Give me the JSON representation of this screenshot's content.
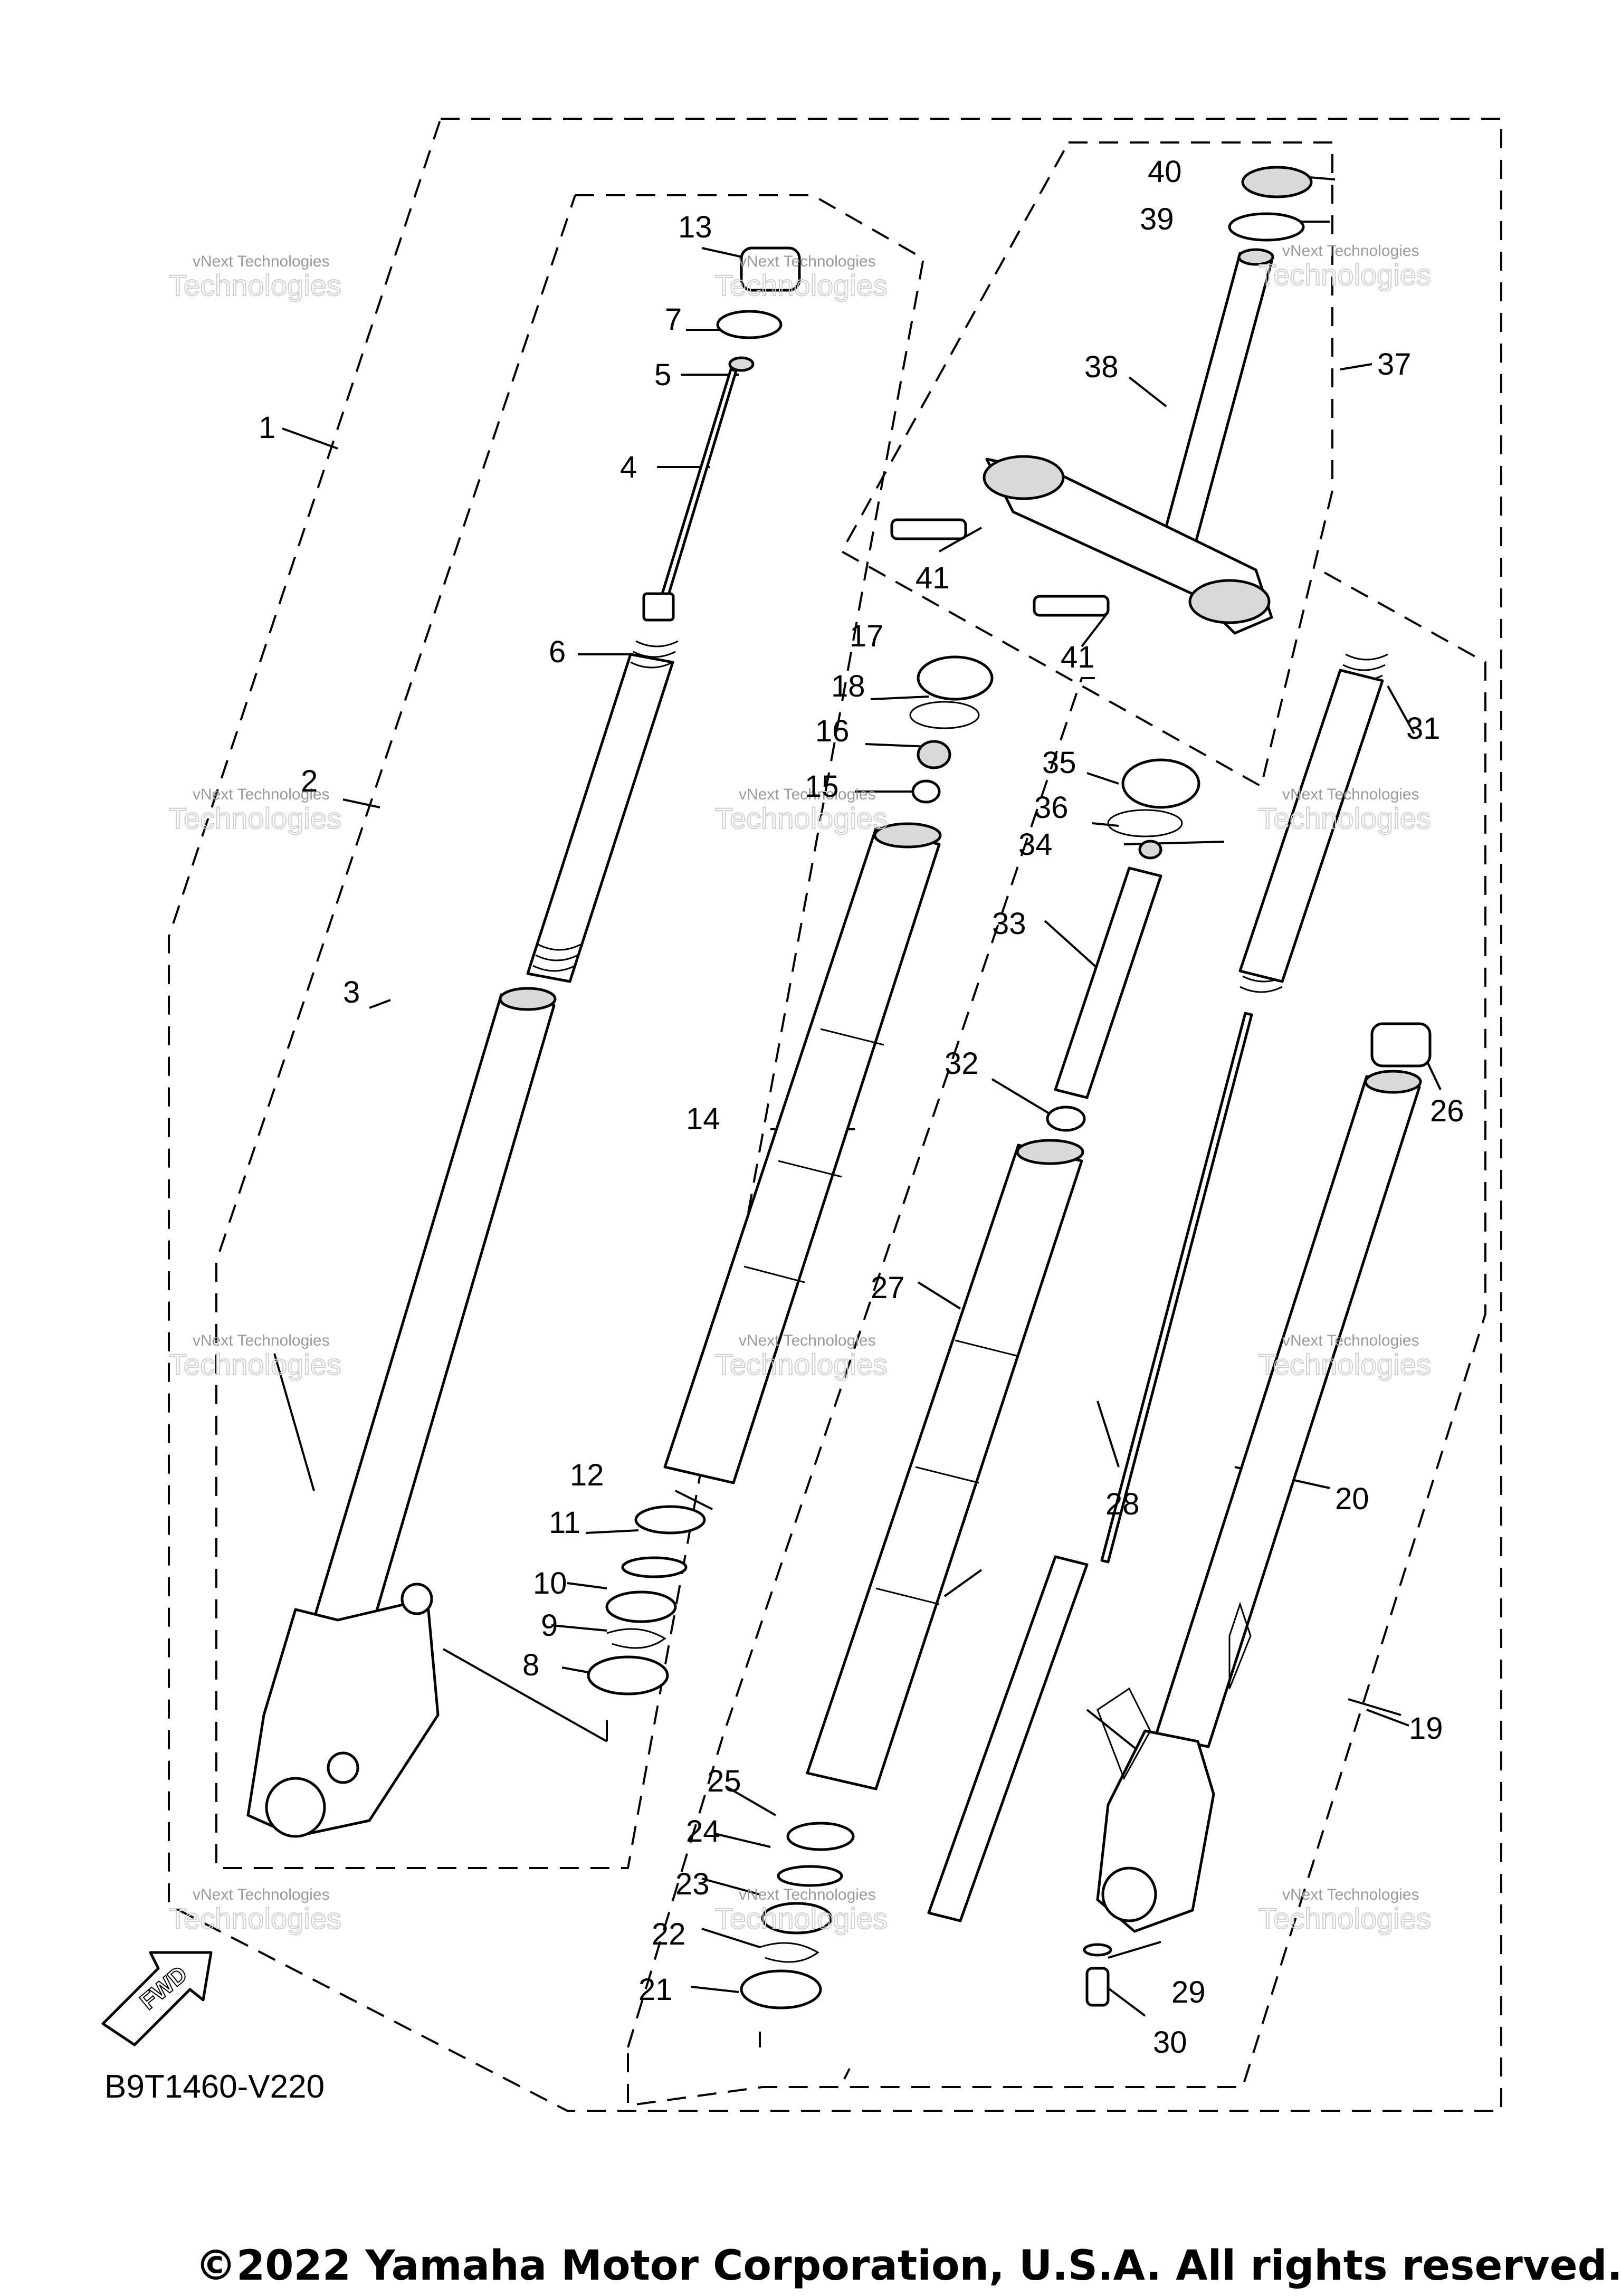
{
  "diagram": {
    "code": "B9T1460-V220",
    "copyright": "©2022 Yamaha Motor Corporation, U.S.A. All rights reserved.",
    "fwd_label": "FWD",
    "watermark_line1": "vNext Technologies",
    "watermark_line2": "Technologies",
    "callouts": [
      "1",
      "2",
      "3",
      "4",
      "5",
      "6",
      "7",
      "8",
      "9",
      "10",
      "11",
      "12",
      "13",
      "14",
      "15",
      "16",
      "17",
      "18",
      "19",
      "20",
      "21",
      "22",
      "23",
      "24",
      "25",
      "26",
      "27",
      "28",
      "29",
      "30",
      "31",
      "32",
      "33",
      "34",
      "35",
      "36",
      "37",
      "38",
      "39",
      "40",
      "41",
      "41"
    ]
  }
}
